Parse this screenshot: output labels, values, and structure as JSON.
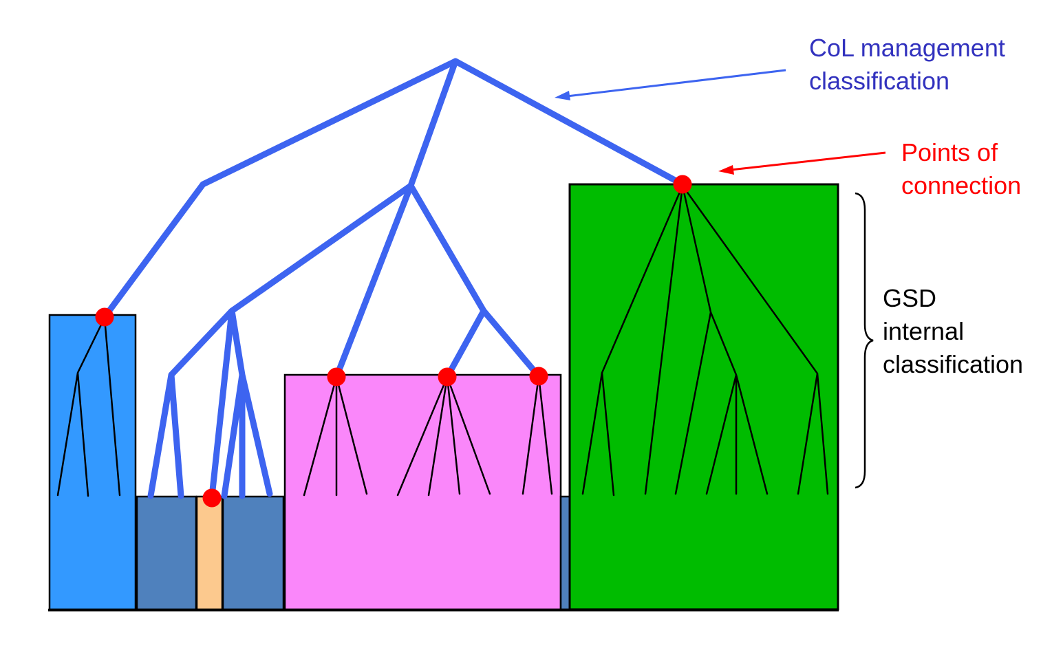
{
  "labels": {
    "col_management": {
      "lines": [
        "CoL management",
        "classification"
      ]
    },
    "points_of_connection": {
      "lines": [
        "Points of",
        "connection"
      ]
    },
    "gsd_internal": {
      "lines": [
        "GSD",
        "internal",
        "classification"
      ]
    }
  },
  "colors": {
    "management_tree": "#3D64F0",
    "internal_tree": "#000000",
    "connection_dot": "#FF0000",
    "arrow_blue": "#3D64F0",
    "arrow_red": "#FF0000",
    "label_blue": "#3232BE",
    "label_red": "#FF0000",
    "label_black": "#000000",
    "baseline": "#000000",
    "brace": "#000000"
  },
  "diagram": {
    "connection_point_count": 6,
    "blocks": [
      {
        "name": "tall-blue-block",
        "color": "#3399FF"
      },
      {
        "name": "steel-block-1",
        "color": "#4F81BD"
      },
      {
        "name": "orange-block",
        "color": "#FCC98E"
      },
      {
        "name": "steel-block-2",
        "color": "#4F81BD"
      },
      {
        "name": "pink-block",
        "color": "#FA87FA"
      },
      {
        "name": "steel-sliver-block",
        "color": "#4F81BD"
      },
      {
        "name": "green-block",
        "color": "#00BC00"
      }
    ]
  }
}
